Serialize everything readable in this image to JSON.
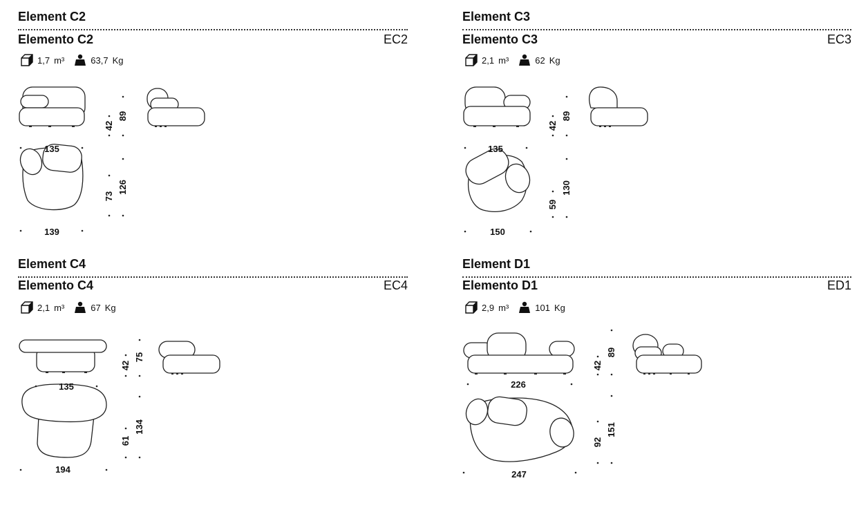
{
  "elements": [
    {
      "name_en": "Element C2",
      "name_it": "Elemento C2",
      "code": "EC2",
      "volume": "1,7",
      "volume_unit": "m³",
      "weight": "63,7",
      "weight_unit": "Kg",
      "dims": {
        "front_width": "135",
        "seat_height": "42",
        "total_height": "89",
        "plan_width": "139",
        "seat_depth": "73",
        "total_depth": "126"
      }
    },
    {
      "name_en": "Element C3",
      "name_it": "Elemento C3",
      "code": "EC3",
      "volume": "2,1",
      "volume_unit": "m³",
      "weight": "62",
      "weight_unit": "Kg",
      "dims": {
        "front_width": "135",
        "seat_height": "42",
        "total_height": "89",
        "plan_width": "150",
        "seat_depth": "59",
        "total_depth": "130"
      }
    },
    {
      "name_en": "Element C4",
      "name_it": "Elemento C4",
      "code": "EC4",
      "volume": "2,1",
      "volume_unit": "m³",
      "weight": "67",
      "weight_unit": "Kg",
      "dims": {
        "front_width": "135",
        "seat_height": "42",
        "total_height": "75",
        "plan_width": "194",
        "seat_depth": "61",
        "total_depth": "134"
      }
    },
    {
      "name_en": "Element D1",
      "name_it": "Elemento D1",
      "code": "ED1",
      "volume": "2,9",
      "volume_unit": "m³",
      "weight": "101",
      "weight_unit": "Kg",
      "dims": {
        "front_width": "226",
        "seat_height": "42",
        "total_height": "89",
        "plan_width": "247",
        "seat_depth": "92",
        "total_depth": "151"
      }
    }
  ],
  "icons": {
    "volume": "cube-icon",
    "weight": "weight-icon"
  }
}
